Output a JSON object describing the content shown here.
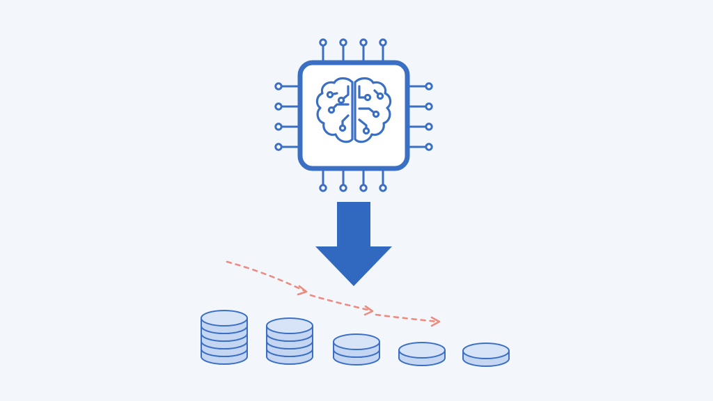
{
  "colors": {
    "background": "#f3f6fa",
    "primary": "#3a6fc4",
    "arrow_fill": "#3169c0",
    "coin_fill": "#c4d6f2",
    "coin_top": "#d7e4f7",
    "trend": "#ee8b80",
    "chip_fill": "#ffffff"
  },
  "icons": {
    "chip": "ai-chip-icon",
    "brain": "brain-circuit-icon",
    "arrow": "down-arrow-icon",
    "coins": "coin-stack-icon",
    "trend": "decreasing-trend-arrow-icon"
  },
  "coin_stacks": {
    "counts": [
      5,
      4,
      2,
      1,
      1
    ]
  }
}
